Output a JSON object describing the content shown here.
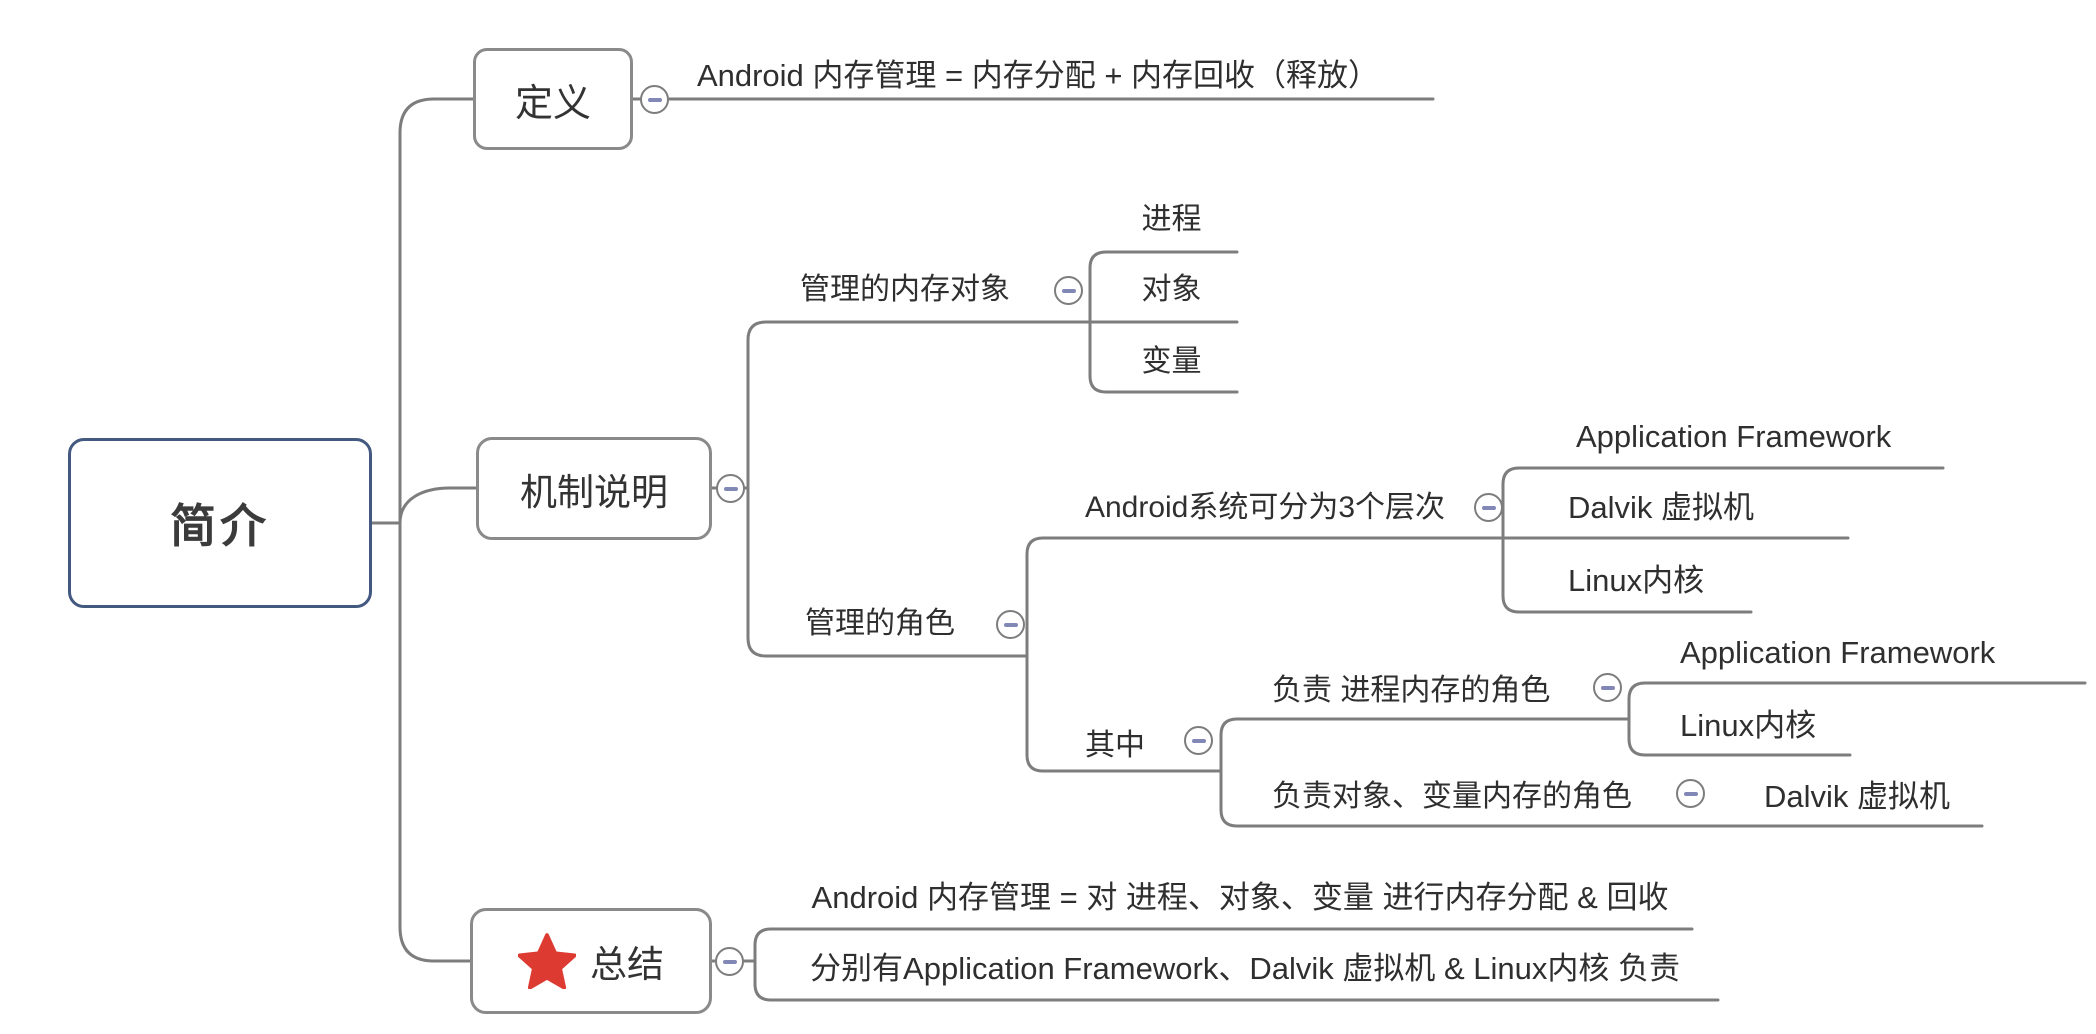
{
  "mindmap": {
    "root": {
      "label": "简介"
    },
    "branches": [
      {
        "label": "定义",
        "children": [
          {
            "label": "Android 内存管理 = 内存分配 + 内存回收（释放）"
          }
        ]
      },
      {
        "label": "机制说明",
        "children": [
          {
            "label": "管理的内存对象",
            "children": [
              {
                "label": "进程"
              },
              {
                "label": "对象"
              },
              {
                "label": "变量"
              }
            ]
          },
          {
            "label": "管理的角色",
            "children": [
              {
                "label": "Android系统可分为3个层次",
                "children": [
                  {
                    "label": "Application Framework"
                  },
                  {
                    "label": "Dalvik 虚拟机"
                  },
                  {
                    "label": "Linux内核"
                  }
                ]
              },
              {
                "label": "其中",
                "children": [
                  {
                    "label": "负责 进程内存的角色",
                    "children": [
                      {
                        "label": "Application Framework"
                      },
                      {
                        "label": "Linux内核"
                      }
                    ]
                  },
                  {
                    "label": "负责对象、变量内存的角色",
                    "children": [
                      {
                        "label": "Dalvik 虚拟机"
                      }
                    ]
                  }
                ]
              }
            ]
          }
        ]
      },
      {
        "label": "总结",
        "marker": "red-star",
        "children": [
          {
            "label": "Android 内存管理 = 对 进程、对象、变量 进行内存分配 & 回收"
          },
          {
            "label": "分别有Application Framework、Dalvik 虚拟机 & Linux内核 负责"
          }
        ]
      }
    ],
    "colors": {
      "line": "#7d7d7d",
      "topic_border": "#8a8a8a",
      "root_border": "#44597f",
      "text": "#2f2f2f",
      "collapse_minus": "#8288b6",
      "star": "#dd3a32"
    }
  }
}
